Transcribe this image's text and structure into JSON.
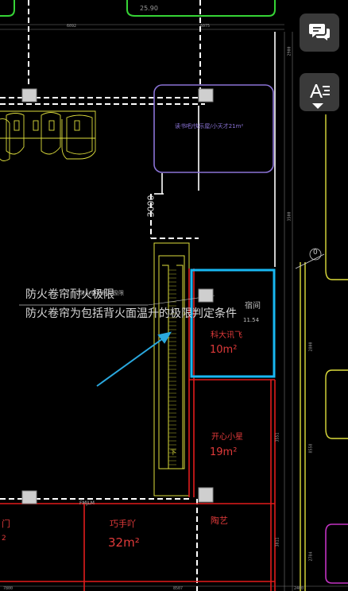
{
  "colors": {
    "background": "#000000",
    "wall_white": "#ffffff",
    "wall_red": "#e21b1b",
    "highlight_blue": "#19b7f2",
    "purple_room": "#8a73d6",
    "yellow_line": "#dede3c",
    "green_line": "#36d436",
    "magenta_line": "#c233c2",
    "red_text": "#e03a3a",
    "arrow_blue": "#2aa8de",
    "fab_bg": "#3a3a3a"
  },
  "drawing": {
    "top_label": "25.90",
    "dims_top": [
      "6092",
      "6075"
    ],
    "dims_bottom": [
      "7800",
      "8507",
      "2400"
    ],
    "dims_right": [
      "2900",
      "3500",
      "2800",
      "3551",
      "8558",
      "3811",
      "2784"
    ],
    "vertical_dim": "3000",
    "grid_mark": "0",
    "purple_room_label": "读书吧/快乐屋/小天才21m²",
    "annotation_line1": "防火卷帘耐火极限",
    "annotation_line2": "防火卷帘为包括背火面温升的极限判定条件",
    "annotation_small": "防火卷帘耐火极限",
    "room_blue_code": "宿间",
    "room_blue_number": "11.54",
    "room_blue_name": "科大讯飞",
    "room_blue_area": "10m²",
    "room_right_name": "开心小星",
    "room_right_area": "19m²",
    "room_bottom_mid_name": "巧手吖",
    "room_bottom_mid_area": "32m²",
    "room_bottom_right_name": "陶艺",
    "room_bottom_left_name": "门",
    "room_bottom_left_area": "2",
    "door_code": "FMJLM",
    "stair_mark": "下"
  },
  "toolbar": {
    "comment_icon": "comment-bubble-icon",
    "text_icon": "text-format-icon"
  }
}
